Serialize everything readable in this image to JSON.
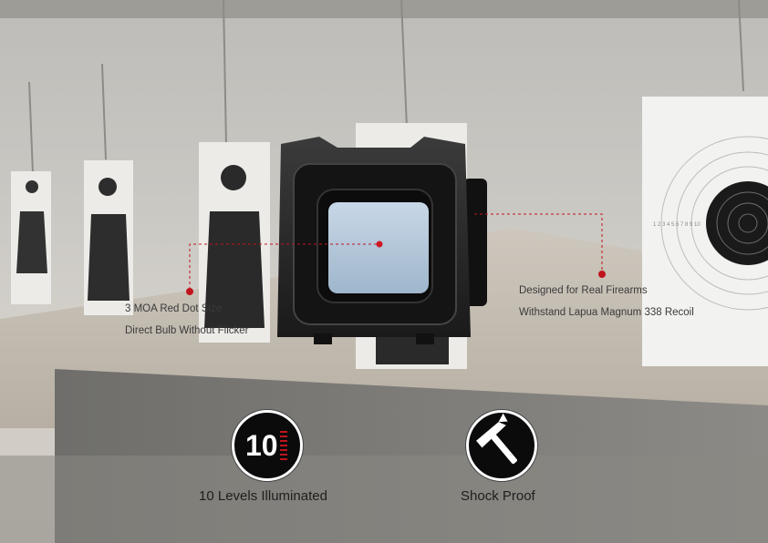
{
  "callouts": {
    "left": {
      "line1": "3 MOA Red Dot Size",
      "line2": "Direct Bulb Without Flicker"
    },
    "right": {
      "line1": "Designed for Real Firearms",
      "line2": "Withstand Lapua Magnum 338 Recoil"
    }
  },
  "features": [
    {
      "icon": "ten-levels-icon",
      "badge_text": "10",
      "label": "10 Levels Illuminated"
    },
    {
      "icon": "hammer-icon",
      "label": "Shock Proof"
    }
  ],
  "target": {
    "ring_numbers": "1 2 3 4 5 6 7 8 9 10"
  },
  "colors": {
    "accent_red": "#c0141c",
    "icon_bg": "#0b0b0b",
    "text": "#1e1e1e"
  }
}
